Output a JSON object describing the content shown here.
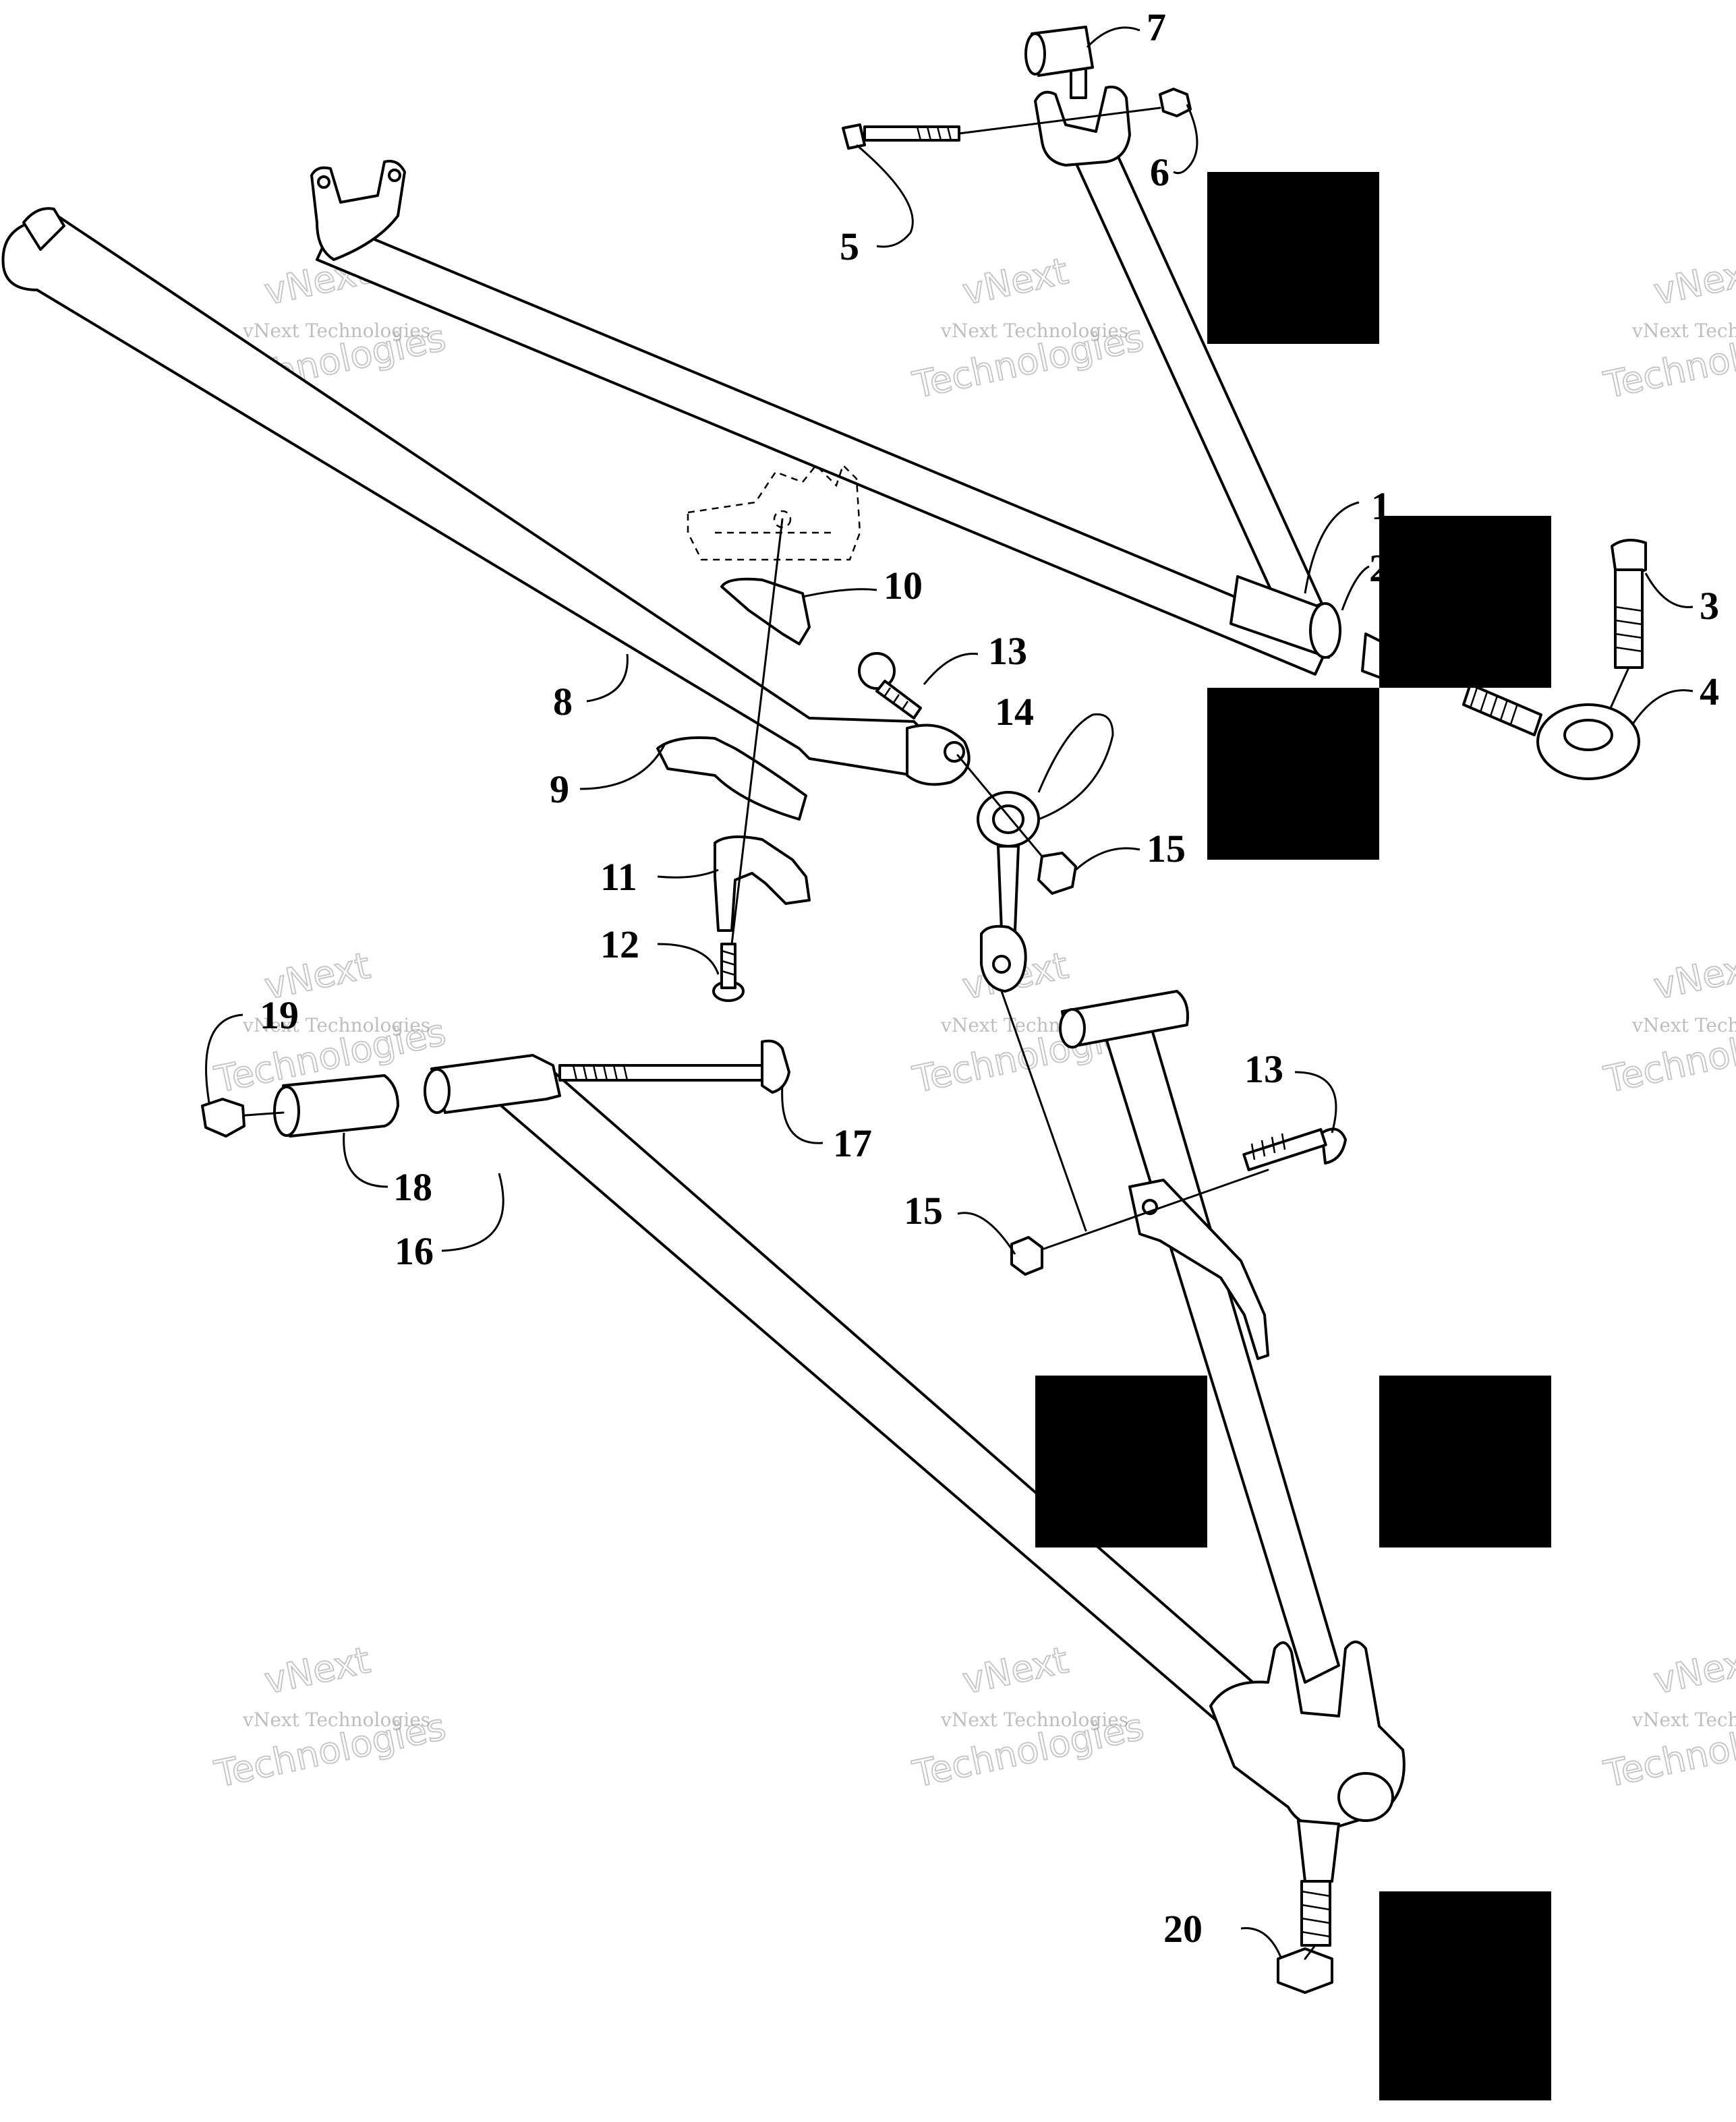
{
  "callouts": {
    "c1": "1",
    "c2": "2",
    "c3": "3",
    "c4": "4",
    "c5": "5",
    "c6": "6",
    "c7": "7",
    "c8": "8",
    "c9": "9",
    "c10": "10",
    "c11": "11",
    "c12": "12",
    "c13a": "13",
    "c13b": "13",
    "c14": "14",
    "c15a": "15",
    "c15b": "15",
    "c16": "16",
    "c17": "17",
    "c18": "18",
    "c19": "19",
    "c20": "20"
  },
  "watermark": {
    "brand_small": "vNext Technologies",
    "brand_line1": "vNext",
    "brand_line2": "Technologies"
  },
  "colors": {
    "line": "#000000",
    "background": "#ffffff",
    "redaction": "#000000"
  }
}
